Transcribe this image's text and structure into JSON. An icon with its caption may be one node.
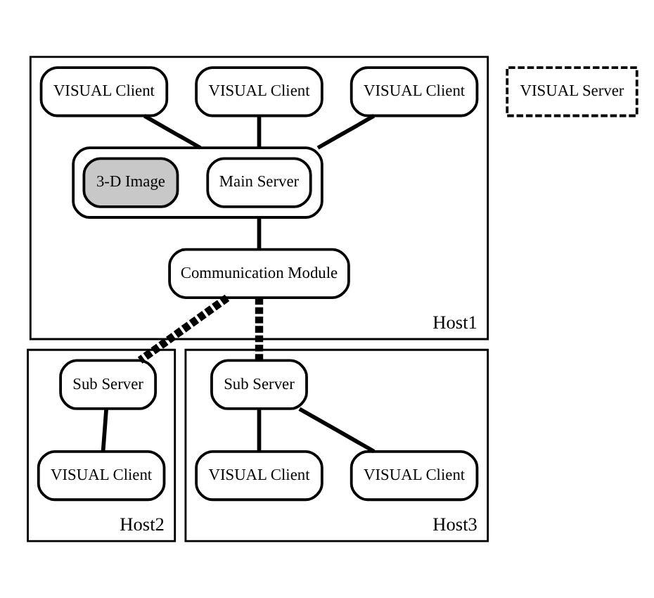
{
  "diagram": {
    "nodes": [
      {
        "text": [
          "Host1"
        ]
      },
      {
        "text": [
          "VISUAL Client"
        ],
        "in": 0
      },
      {
        "text": [
          "VISUAL Client"
        ],
        "in": 0
      },
      {
        "text": [
          "VISUAL Client"
        ],
        "in": 0
      },
      {
        "text": [],
        "shape": "box",
        "in": 0
      },
      {
        "text": [
          "Main Server"
        ],
        "in": 4
      },
      {
        "text": [
          "3-D Image"
        ],
        "in": 4
      },
      {
        "text": [
          "Communication Module"
        ],
        "in": 0
      },
      {
        "text": [
          "VISUAL Server"
        ]
      },
      {
        "text": [
          "Host2"
        ]
      },
      {
        "text": [
          "Sub Server"
        ],
        "in": 9
      },
      {
        "text": [
          "VISUAL Client"
        ],
        "in": 9
      },
      {
        "text": [
          "Host3"
        ]
      },
      {
        "text": [
          "Sub Server"
        ],
        "in": 12
      },
      {
        "text": [
          "VISUAL Client"
        ],
        "in": 12
      },
      {
        "text": [
          "VISUAL Client"
        ],
        "in": 12
      }
    ],
    "edges": [
      {
        "from": 1,
        "to": 4,
        "arrow": "none"
      },
      {
        "from": 2,
        "to": 4,
        "arrow": "none"
      },
      {
        "from": 3,
        "to": 4,
        "arrow": "none"
      },
      {
        "from": 4,
        "to": 7,
        "arrow": "none"
      },
      {
        "from": 7,
        "to": 10,
        "arrow": "none",
        "style": "dashed"
      },
      {
        "from": 7,
        "to": 13,
        "arrow": "none",
        "style": "dashed"
      },
      {
        "from": 10,
        "to": 11,
        "arrow": "none"
      },
      {
        "from": 13,
        "to": 14,
        "arrow": "none"
      },
      {
        "from": 13,
        "to": 15,
        "arrow": "none"
      }
    ]
  }
}
